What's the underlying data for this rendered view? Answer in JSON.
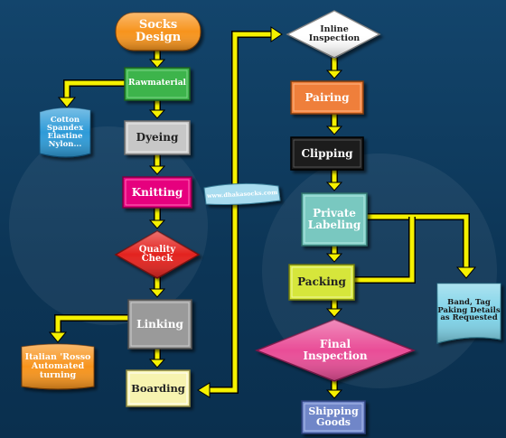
{
  "steps": {
    "socks_design": "Socks\nDesign",
    "rawmaterial": "Rawmaterial",
    "materials": "Cotton\nSpandex\nElastine\nNylon...",
    "dyeing": "Dyeing",
    "knitting": "Knitting",
    "website": "www.dhakasocks.com",
    "quality_check": "Quality\nCheck",
    "linking": "Linking",
    "italian_rosso": "Italian 'Rosso\nAutomated\nturning",
    "boarding": "Boarding",
    "inline_inspection": "Inline\nInspection",
    "pairing": "Pairing",
    "clipping": "Clipping",
    "private_labeling": "Private\nLabeling",
    "packing": "Packing",
    "band_tag": "Band, Tag\nPaking Details\nas Requested",
    "final_inspection": "Final\nInspection",
    "shipping_goods": "Shipping\nGoods"
  },
  "colors": {
    "arrow": "#f5f100",
    "socks_design": "#f7941d",
    "rawmaterial": "#3cb44b",
    "materials": "#2e9bd8",
    "dyeing": "#c7c7c7",
    "knitting": "#e6007e",
    "website": "#a8dcef",
    "quality_check": "#e3231f",
    "linking": "#9a9a9a",
    "italian_rosso": "#f7941d",
    "boarding": "#f7f3b0",
    "inline_inspection": "#ffffff",
    "pairing": "#ef7f3a",
    "clipping": "#1c1c1c",
    "private_labeling": "#79c8c0",
    "packing": "#d6e63a",
    "band_tag": "#7fd3e8",
    "final_inspection": "#e94d97",
    "shipping_goods": "#6f86c8"
  }
}
